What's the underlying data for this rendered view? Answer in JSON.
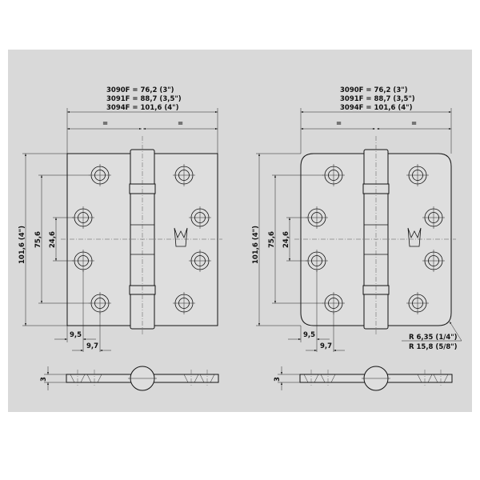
{
  "colors": {
    "background": "#d9d9d9",
    "line": "#111111",
    "page": "#ffffff"
  },
  "hinges": [
    {
      "id": "square-corner",
      "width_labels": [
        "3090F =   76,2 (3\")",
        "3091F =   88,7 (3,5\")",
        "3094F = 101,6 (4\")"
      ],
      "equal_label": "=",
      "height_label": "101,6 (4\")",
      "hole_spacing_outer": "75,6",
      "hole_spacing_inner": "24,6",
      "edge_offset_1": "9,5",
      "edge_offset_2": "9,7",
      "thickness": "3",
      "rounded": false
    },
    {
      "id": "rounded-corner",
      "width_labels": [
        "3090F =   76,2 (3\")",
        "3091F =   88,7 (3,5\")",
        "3094F = 101,6 (4\")"
      ],
      "equal_label": "=",
      "height_label": "101,6 (4\")",
      "hole_spacing_outer": "75,6",
      "hole_spacing_inner": "24,6",
      "edge_offset_1": "9,5",
      "edge_offset_2": "9,7",
      "thickness": "3",
      "rounded": true,
      "radius_labels": [
        "R 6,35 (1/4\")",
        "R 15,8 (5/8\")"
      ]
    }
  ]
}
